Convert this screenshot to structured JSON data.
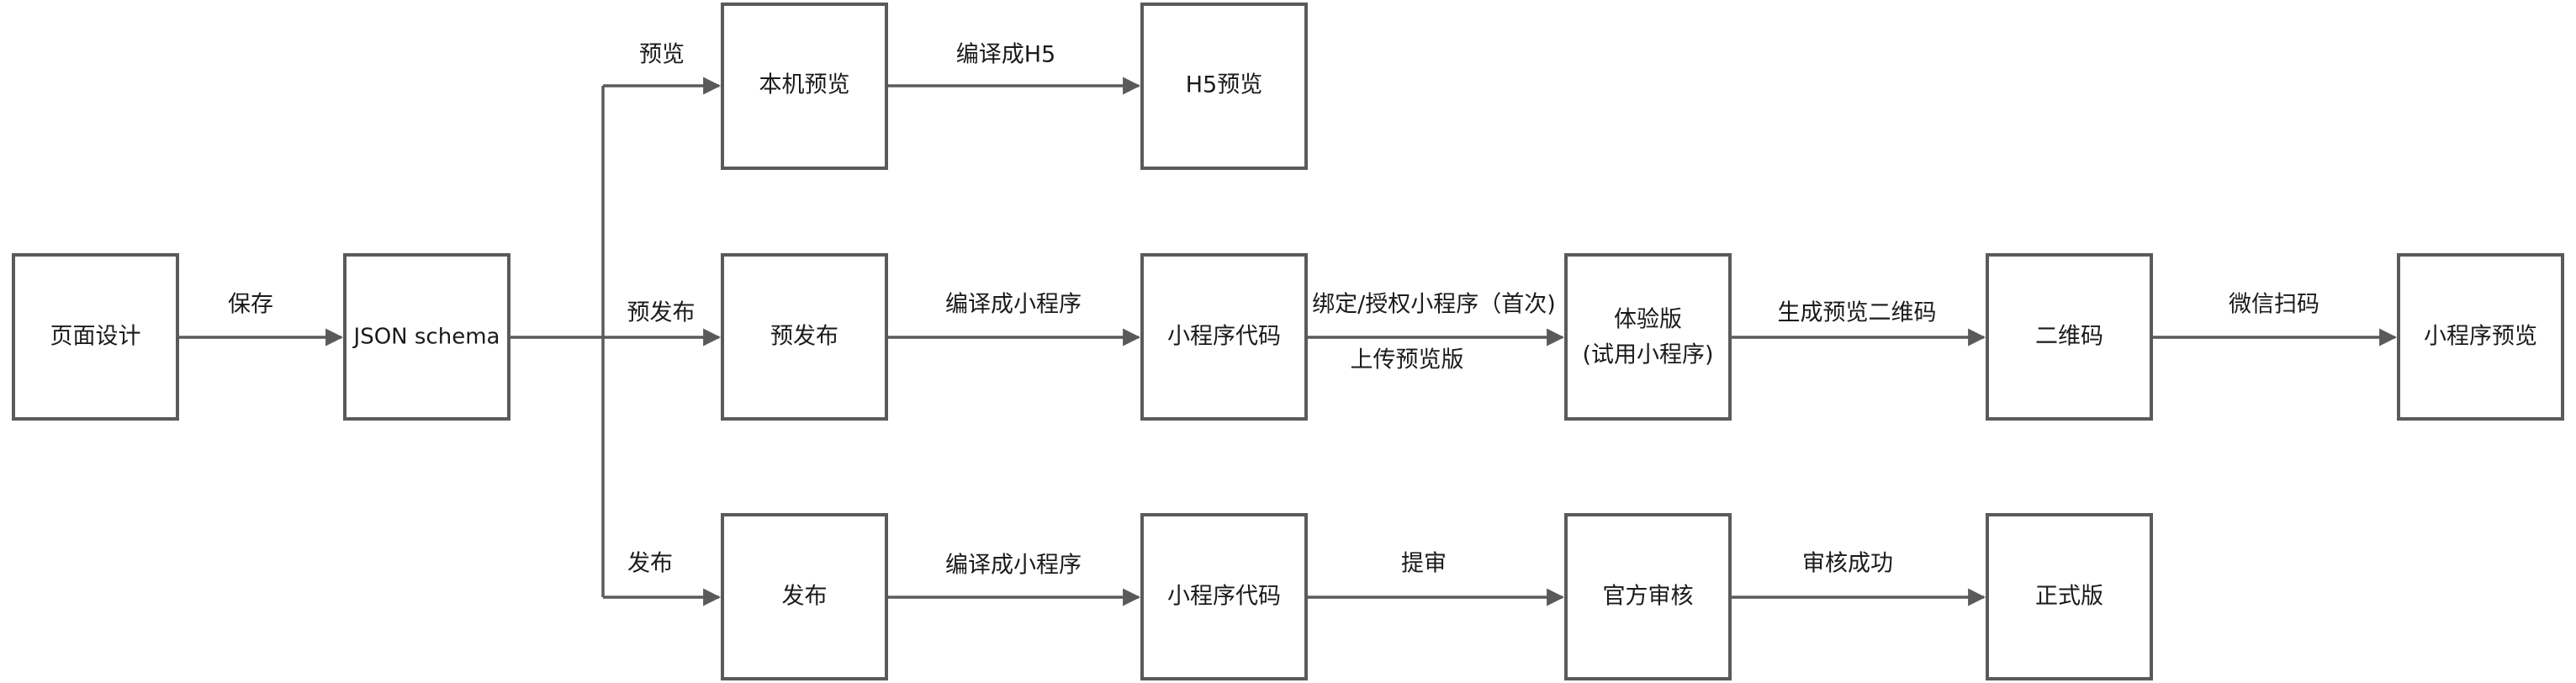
{
  "nodes": {
    "page_design": "页面设计",
    "json_schema": "JSON schema",
    "local_preview": "本机预览",
    "h5_preview": "H5预览",
    "pre_publish": "预发布",
    "mp_code_pre": "小程序代码",
    "trial_line1": "体验版",
    "trial_line2": "(试用小程序)",
    "qr_code": "二维码",
    "mp_preview": "小程序预览",
    "publish": "发布",
    "mp_code_pub": "小程序代码",
    "official_review": "官方审核",
    "release": "正式版"
  },
  "edges": {
    "save": "保存",
    "preview": "预览",
    "pre_publish": "预发布",
    "publish": "发布",
    "compile_h5": "编译成H5",
    "compile_mp_pre": "编译成小程序",
    "bind_auth": "绑定/授权小程序（首次)",
    "upload_preview": "上传预览版",
    "gen_qr": "生成预览二维码",
    "wechat_scan": "微信扫码",
    "compile_mp_pub": "编译成小程序",
    "submit_review": "提审",
    "review_success": "审核成功"
  }
}
